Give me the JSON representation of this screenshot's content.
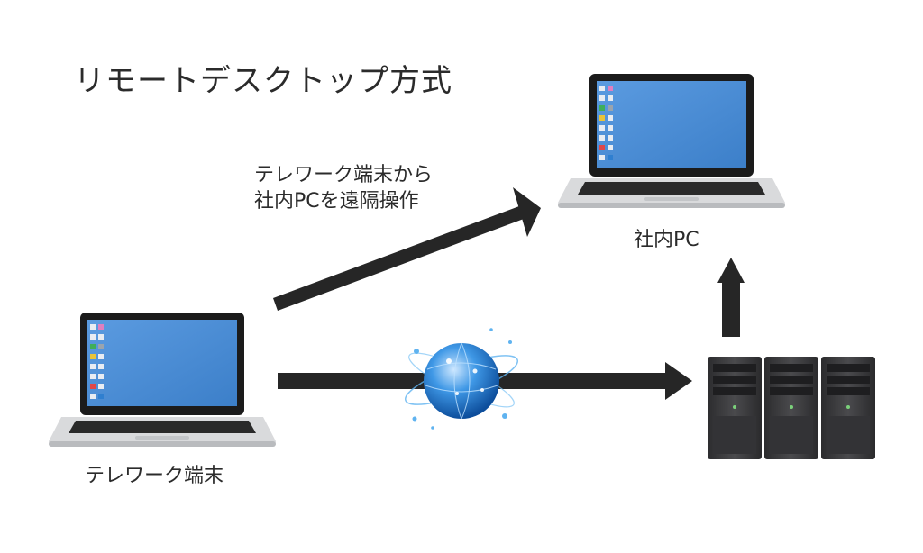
{
  "title": "リモートデスクトップ方式",
  "caption": {
    "line1": "テレワーク端末から",
    "line2": "社内PCを遠隔操作"
  },
  "labels": {
    "telework_terminal": "テレワーク端末",
    "office_pc": "社内PC"
  },
  "colors": {
    "arrow": "#262626",
    "screen": "#4a8fd6",
    "bezel": "#1b1b1b",
    "laptop_body": "#d9dadc",
    "server": "#3a3a3c",
    "globe": "#2e86d8"
  }
}
